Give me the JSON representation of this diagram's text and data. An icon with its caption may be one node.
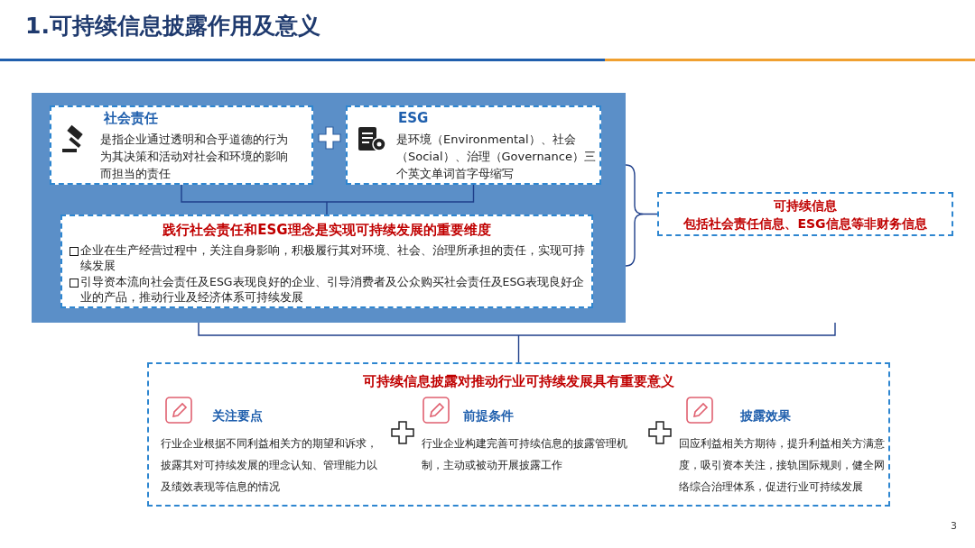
{
  "diagram": {
    "title": "1.可持续信息披露作用及意义",
    "nodes": [
      {
        "text": [],
        "shape": "box"
      },
      {
        "text": [
          "社会责任",
          "是指企业通过透明和合乎道德的行为为其决策和活动对社会和环境的影响而担当的责任"
        ],
        "in": 0
      },
      {
        "text": [
          "ESG",
          "是环境（Environmental）、社会（Social）、治理（Governance）三个英文单词首字母缩写"
        ],
        "in": 0
      },
      {
        "text": [
          "践行社会责任和ESG理念是实现可持续发展的重要维度",
          "企业在生产经营过程中，关注自身影响，积极履行其对环境、社会、治理所承担的责任，实现可持续发展",
          "引导资本流向社会责任及ESG表现良好的企业、引导消费者及公众购买社会责任及ESG表现良好企业的产品，推动行业及经济体系可持续发展"
        ],
        "in": 0
      },
      {
        "text": [
          "可持续信息",
          "包括社会责任信息、ESG信息等非财务信息"
        ]
      },
      {
        "text": [
          "可持续信息披露对推动行业可持续发展具有重要意义"
        ]
      }
    ],
    "edges": [
      {
        "from": 1,
        "to": 3,
        "arrow": "none"
      },
      {
        "from": 2,
        "to": 3,
        "arrow": "none"
      },
      {
        "from": 0,
        "to": 4,
        "arrow": "none"
      },
      {
        "from": 0,
        "to": 5,
        "arrow": "none"
      }
    ],
    "labels": [
      "关注要点",
      "行业企业根据不同利益相关方的期望和诉求，披露其对可持续发展的理念认知、管理能力以及绩效表现等信息的情况",
      "前提条件",
      "行业企业构建完善可持续信息的披露管理机制，主动或被动开展披露工作",
      "披露效果",
      "回应利益相关方期待，提升利益相关方满意度，吸引资本关注，接轨国际规则，健全网络综合治理体系，促进行业可持续发展",
      "3"
    ]
  }
}
